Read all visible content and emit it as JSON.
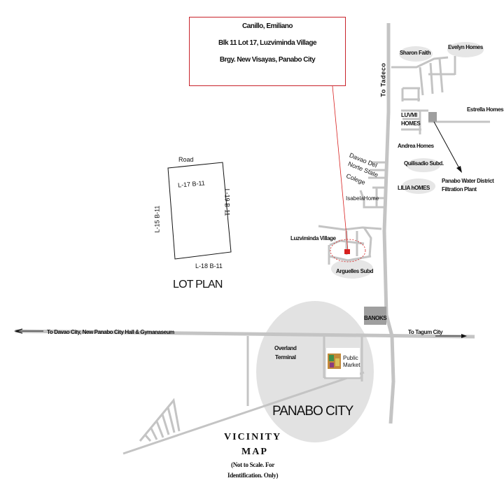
{
  "owner": {
    "name": "Canillo, Emiliano",
    "address_line1": "Blk 11 Lot 17, Luzviminda Village",
    "address_line2": "Brgy. New Visayas, Panabo City"
  },
  "lot_plan": {
    "title": "LOT PLAN",
    "road": "Road",
    "lot_center": "L-17 B-11",
    "lot_left": "L-15 B-11",
    "lot_right": "L-19 B-11",
    "lot_bottom": "L-18 B-11"
  },
  "places": {
    "sharon_faith": "Sharon Faith",
    "evelyn_homes": "Evelyn Homes",
    "to_tadeco": "To Tadeco",
    "luvmi_homes_1": "LUVMI",
    "luvmi_homes_2": "HOMES",
    "estrella_homes": "Estrella Homes",
    "andrea_homes": "Andrea Homes",
    "quilisadio": "Quilisadio Subd.",
    "lilia_homes": "LILIA hOMES",
    "water_plant_1": "Panabo Water District",
    "water_plant_2": "Filtration Plant",
    "ddnsc_1": "Davao Del",
    "ddnsc_2": "Norte State",
    "ddnsc_3": "Colege",
    "isabela_homes": "IsabelaHome",
    "luzviminda_village": "Luzviminda Village",
    "arguelles": "Arguelles Subd",
    "banoks": "BANOKS",
    "to_davao": "To Davao City, New Panabo City Hall & Gymanaseum",
    "to_tagum": "To Tagum City",
    "overland_1": "Overland",
    "overland_2": "Terminal",
    "public_market_1": "Public",
    "public_market_2": "Market",
    "panabo_city": "PANABO CITY"
  },
  "vicinity": {
    "title_1": "VICINITY",
    "title_2": "MAP",
    "note_1": "(Not to Scale. For",
    "note_2": "Identification. Only)"
  },
  "colors": {
    "road": "#c4c4c4",
    "road_dark": "#9a9a9a",
    "city_circle": "#e2e2e2",
    "marker": "#d8201f",
    "frame": "#c8232b",
    "building": "#9f9f9f"
  }
}
